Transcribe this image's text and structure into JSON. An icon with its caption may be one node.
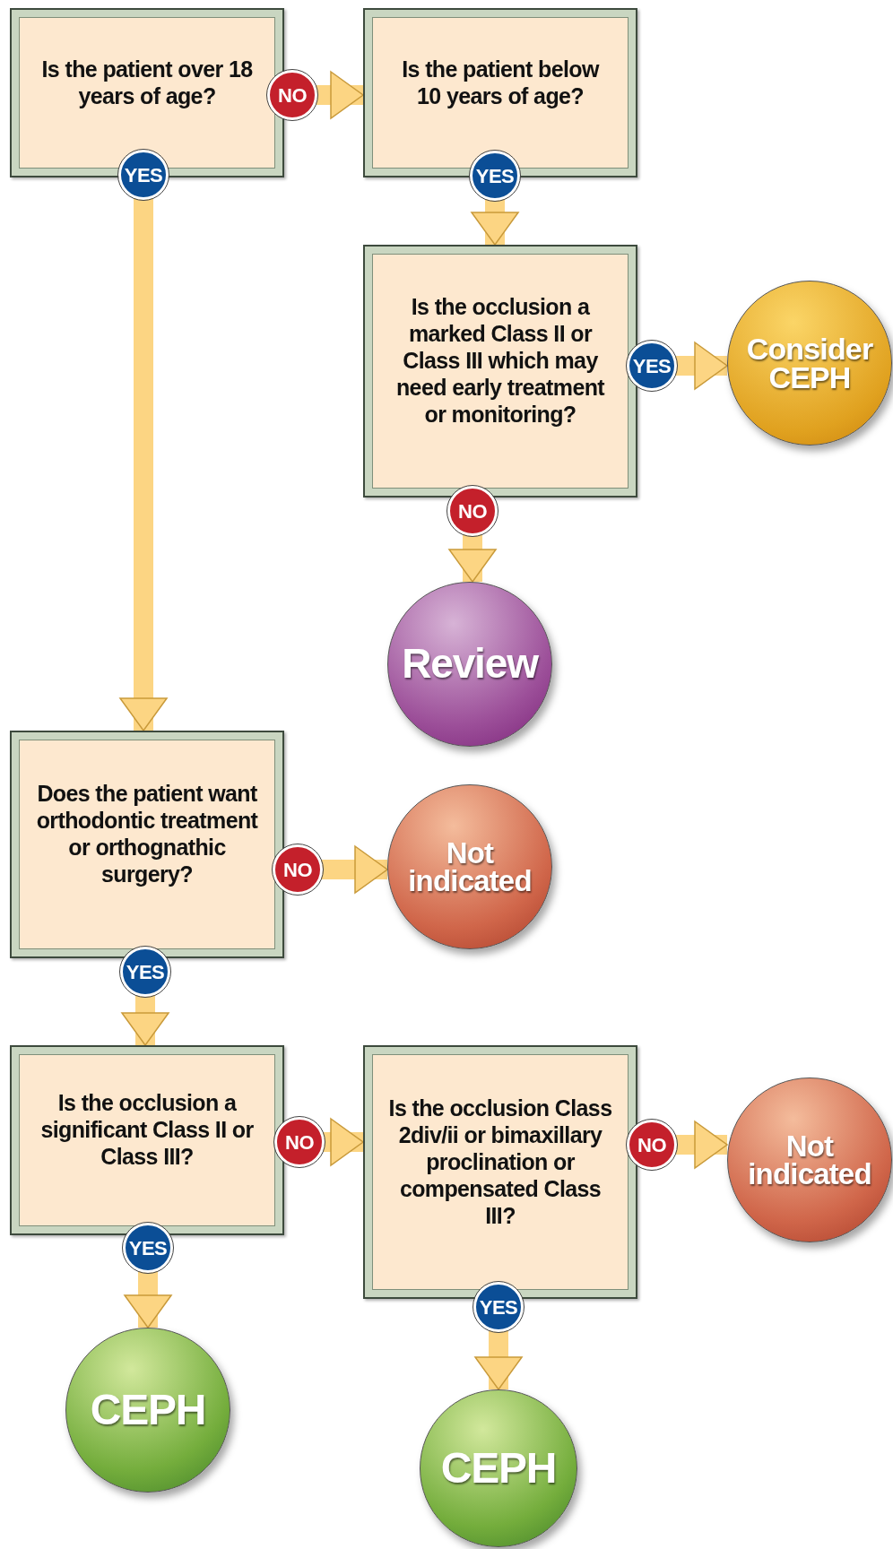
{
  "diagram": {
    "nodes": [
      {
        "text": [
          "Is the patient over 18 years of age?"
        ]
      },
      {
        "text": [
          "Is the patient below 10 years of age?"
        ]
      },
      {
        "text": [
          "Is the occlusion a marked Class II or Class III which may need early treatment or monitoring?"
        ]
      },
      {
        "text": [
          "Consider CEPH"
        ]
      },
      {
        "text": [
          "Review"
        ]
      },
      {
        "text": [
          "Does the patient want orthodontic treatment or orthognathic surgery?"
        ]
      },
      {
        "text": [
          "Not indicated"
        ]
      },
      {
        "text": [
          "Is the occlusion a significant Class II or Class III?"
        ]
      },
      {
        "text": [
          "Is the occlusion Class 2div/ii or bimaxillary proclination or compensated Class III?"
        ]
      },
      {
        "text": [
          "Not indicated"
        ]
      },
      {
        "text": [
          "CEPH"
        ]
      },
      {
        "text": [
          "CEPH"
        ]
      }
    ],
    "edges": [
      {
        "from": 0,
        "to": 1,
        "arrow": "to",
        "label": "NO"
      },
      {
        "from": 0,
        "to": 5,
        "arrow": "to",
        "label": "YES"
      },
      {
        "from": 1,
        "to": 2,
        "arrow": "to",
        "label": "YES"
      },
      {
        "from": 2,
        "to": 3,
        "arrow": "to",
        "label": "YES"
      },
      {
        "from": 2,
        "to": 4,
        "arrow": "to",
        "label": "NO"
      },
      {
        "from": 5,
        "to": 6,
        "arrow": "to",
        "label": "NO"
      },
      {
        "from": 5,
        "to": 7,
        "arrow": "to",
        "label": "YES"
      },
      {
        "from": 7,
        "to": 8,
        "arrow": "to",
        "label": "NO"
      },
      {
        "from": 7,
        "to": 10,
        "arrow": "to",
        "label": "YES"
      },
      {
        "from": 8,
        "to": 9,
        "arrow": "to",
        "label": "NO"
      },
      {
        "from": 8,
        "to": 11,
        "arrow": "to",
        "label": "YES"
      }
    ]
  }
}
